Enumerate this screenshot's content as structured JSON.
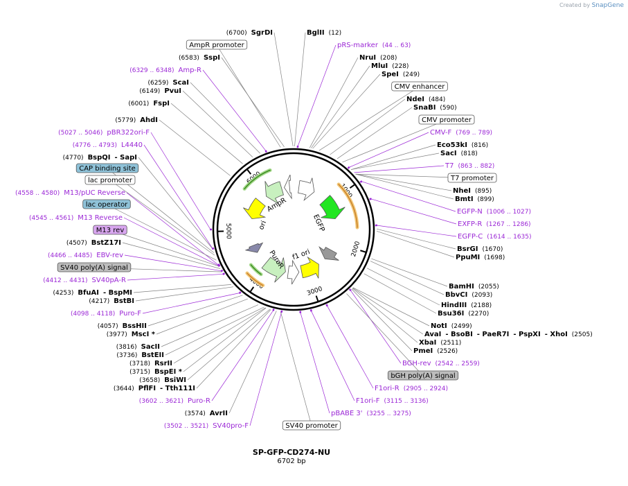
{
  "credit": {
    "prefix": "Created by",
    "brand": "SnapGene"
  },
  "plasmid": {
    "name": "SP-GFP-CD274-NU",
    "length": "6702 bp"
  },
  "ticks": [
    "1000",
    "2000",
    "3000",
    "4000",
    "5000",
    "6000"
  ],
  "features": [
    "AmpR",
    "ori",
    "EGFP",
    "f1 ori",
    "PuroR"
  ],
  "labels": [
    {
      "id": "sgrdi",
      "pos": "(6700)",
      "name": "SgrDI",
      "type": "enzyme"
    },
    {
      "id": "bglii",
      "pos": "(12)",
      "name": "BglII",
      "type": "enzyme",
      "posAfter": true
    },
    {
      "id": "ampr-promoter",
      "name": "AmpR promoter",
      "type": "boxed"
    },
    {
      "id": "prs-marker",
      "name": "pRS-marker",
      "pos": "(44 .. 63)",
      "type": "primer",
      "posAfter": true
    },
    {
      "id": "sspi",
      "pos": "(6583)",
      "name": "SspI",
      "type": "enzyme"
    },
    {
      "id": "nrui",
      "name": "NruI",
      "pos": "(208)",
      "type": "enzyme",
      "posAfter": true
    },
    {
      "id": "mlui",
      "name": "MluI",
      "pos": "(228)",
      "type": "enzyme",
      "posAfter": true
    },
    {
      "id": "ampr",
      "pos": "(6329 .. 6348)",
      "name": "Amp-R",
      "type": "primer"
    },
    {
      "id": "spei",
      "name": "SpeI",
      "pos": "(249)",
      "type": "enzyme",
      "posAfter": true
    },
    {
      "id": "scai",
      "pos": "(6259)",
      "name": "ScaI",
      "type": "enzyme"
    },
    {
      "id": "cmv-enhancer",
      "name": "CMV enhancer",
      "type": "boxed"
    },
    {
      "id": "pvui",
      "pos": "(6149)",
      "name": "PvuI",
      "type": "enzyme"
    },
    {
      "id": "ndei",
      "name": "NdeI",
      "pos": "(484)",
      "type": "enzyme",
      "posAfter": true
    },
    {
      "id": "fspi",
      "pos": "(6001)",
      "name": "FspI",
      "type": "enzyme"
    },
    {
      "id": "snabi",
      "name": "SnaBI",
      "pos": "(590)",
      "type": "enzyme",
      "posAfter": true
    },
    {
      "id": "cmv-promoter",
      "name": "CMV promoter",
      "type": "boxed"
    },
    {
      "id": "ahdi",
      "pos": "(5779)",
      "name": "AhdI",
      "type": "enzyme"
    },
    {
      "id": "cmvf",
      "name": "CMV-F",
      "pos": "(769 .. 789)",
      "type": "primer",
      "posAfter": true
    },
    {
      "id": "pbr322",
      "pos": "(5027 .. 5046)",
      "name": "pBR322ori-F",
      "type": "primer"
    },
    {
      "id": "eco53ki",
      "name": "Eco53kI",
      "pos": "(816)",
      "type": "enzyme",
      "posAfter": true
    },
    {
      "id": "l4440",
      "pos": "(4776 .. 4793)",
      "name": "L4440",
      "type": "primer"
    },
    {
      "id": "saci",
      "name": "SacI",
      "pos": "(818)",
      "type": "enzyme",
      "posAfter": true
    },
    {
      "id": "bspqi",
      "pos": "(4770)",
      "name": "BspQI",
      "name2": "SapI",
      "type": "enzyme2"
    },
    {
      "id": "t7",
      "name": "T7",
      "pos": "(863 .. 882)",
      "type": "primer",
      "posAfter": true
    },
    {
      "id": "cap",
      "name": "CAP binding site",
      "type": "boxed-blue"
    },
    {
      "id": "t7-promoter",
      "name": "T7 promoter",
      "type": "boxed"
    },
    {
      "id": "lac-promoter",
      "name": "lac promoter",
      "type": "boxed"
    },
    {
      "id": "nhei",
      "name": "NheI",
      "pos": "(895)",
      "type": "enzyme",
      "posAfter": true
    },
    {
      "id": "bmti",
      "name": "BmtI",
      "pos": "(899)",
      "type": "enzyme",
      "posAfter": true
    },
    {
      "id": "m13puc",
      "pos": "(4558 .. 4580)",
      "name": "M13/pUC Reverse",
      "type": "primer"
    },
    {
      "id": "egfpn",
      "name": "EGFP-N",
      "pos": "(1006 .. 1027)",
      "type": "primer",
      "posAfter": true
    },
    {
      "id": "lac-operator",
      "name": "lac operator",
      "type": "boxed-blue"
    },
    {
      "id": "exfpr",
      "name": "EXFP-R",
      "pos": "(1267 .. 1286)",
      "type": "primer",
      "posAfter": true
    },
    {
      "id": "m13rev",
      "pos": "(4545 .. 4561)",
      "name": "M13 Reverse",
      "type": "primer"
    },
    {
      "id": "m13rev-box",
      "name": "M13 rev",
      "type": "boxed-purple"
    },
    {
      "id": "egfpc",
      "name": "EGFP-C",
      "pos": "(1614 .. 1635)",
      "type": "primer",
      "posAfter": true
    },
    {
      "id": "bstz17i",
      "pos": "(4507)",
      "name": "BstZ17I",
      "type": "enzyme"
    },
    {
      "id": "bsrgi",
      "name": "BsrGI",
      "pos": "(1670)",
      "type": "enzyme",
      "posAfter": true
    },
    {
      "id": "ebvrev",
      "pos": "(4466 .. 4485)",
      "name": "EBV-rev",
      "type": "primer"
    },
    {
      "id": "ppumi",
      "name": "PpuMI",
      "pos": "(1698)",
      "type": "enzyme",
      "posAfter": true
    },
    {
      "id": "sv40polya",
      "name": "SV40 poly(A) signal",
      "type": "boxed-gray"
    },
    {
      "id": "sv40par",
      "pos": "(4412 .. 4431)",
      "name": "SV40pA-R",
      "type": "primer"
    },
    {
      "id": "bamhi",
      "name": "BamHI",
      "pos": "(2055)",
      "type": "enzyme",
      "posAfter": true
    },
    {
      "id": "bfuai",
      "pos": "(4253)",
      "name": "BfuAI",
      "name2": "BspMI",
      "type": "enzyme2"
    },
    {
      "id": "bbvci",
      "name": "BbvCI",
      "pos": "(2093)",
      "type": "enzyme",
      "posAfter": true
    },
    {
      "id": "bstbi",
      "pos": "(4217)",
      "name": "BstBI",
      "type": "enzyme"
    },
    {
      "id": "hindiii",
      "name": "HindIII",
      "pos": "(2188)",
      "type": "enzyme",
      "posAfter": true
    },
    {
      "id": "purof",
      "pos": "(4098 .. 4118)",
      "name": "Puro-F",
      "type": "primer"
    },
    {
      "id": "bsu36i",
      "name": "Bsu36I",
      "pos": "(2270)",
      "type": "enzyme",
      "posAfter": true
    },
    {
      "id": "busshii",
      "pos": "(4057)",
      "name": "BssHII",
      "type": "enzyme"
    },
    {
      "id": "noti",
      "name": "NotI",
      "pos": "(2499)",
      "type": "enzyme",
      "posAfter": true
    },
    {
      "id": "msci",
      "pos": "(3977)",
      "name": "MscI *",
      "type": "enzyme"
    },
    {
      "id": "avai",
      "name": "AvaI",
      "name2": "BsoBI",
      "name3": "PaeR7I",
      "name4": "PspXI",
      "name5": "XhoI",
      "pos": "(2505)",
      "type": "enzyme5"
    },
    {
      "id": "xbai",
      "name": "XbaI",
      "pos": "(2511)",
      "type": "enzyme",
      "posAfter": true
    },
    {
      "id": "sacii",
      "pos": "(3816)",
      "name": "SacII",
      "type": "enzyme"
    },
    {
      "id": "pmei",
      "name": "PmeI",
      "pos": "(2526)",
      "type": "enzyme",
      "posAfter": true
    },
    {
      "id": "bsteii",
      "pos": "(3736)",
      "name": "BstEII",
      "type": "enzyme"
    },
    {
      "id": "bghrev",
      "name": "BGH-rev",
      "pos": "(2542 .. 2559)",
      "type": "primer",
      "posAfter": true
    },
    {
      "id": "rsrii",
      "pos": "(3718)",
      "name": "RsrII",
      "type": "enzyme"
    },
    {
      "id": "bspei",
      "pos": "(3715)",
      "name": "BspEI *",
      "type": "enzyme"
    },
    {
      "id": "bgh-polya",
      "name": "bGH poly(A) signal",
      "type": "boxed-gray"
    },
    {
      "id": "bsiwi",
      "pos": "(3658)",
      "name": "BsiWI",
      "type": "enzyme"
    },
    {
      "id": "pfifi",
      "pos": "(3644)",
      "name": "PflFI",
      "name2": "Tth111I",
      "type": "enzyme2"
    },
    {
      "id": "f1orir",
      "name": "F1ori-R",
      "pos": "(2905 .. 2924)",
      "type": "primer",
      "posAfter": true
    },
    {
      "id": "puror-p",
      "pos": "(3602 .. 3621)",
      "name": "Puro-R",
      "type": "primer"
    },
    {
      "id": "f1orif",
      "name": "F1ori-F",
      "pos": "(3115 .. 3136)",
      "type": "primer",
      "posAfter": true
    },
    {
      "id": "avrii",
      "pos": "(3574)",
      "name": "AvrII",
      "type": "enzyme"
    },
    {
      "id": "pbabe3",
      "name": "pBABE 3'",
      "pos": "(3255 .. 3275)",
      "type": "primer",
      "posAfter": true
    },
    {
      "id": "sv40prof",
      "pos": "(3502 .. 3521)",
      "name": "SV40pro-F",
      "type": "primer"
    },
    {
      "id": "sv40-promoter",
      "name": "SV40 promoter",
      "type": "boxed"
    }
  ]
}
